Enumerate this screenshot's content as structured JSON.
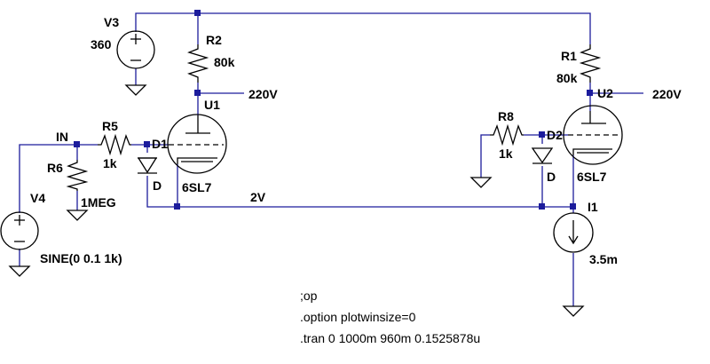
{
  "colors": {
    "wire": "#1c1c9c",
    "component": "#000000",
    "background": "#ffffff"
  },
  "components": {
    "v3": {
      "name": "V3",
      "value": "360"
    },
    "v4": {
      "name": "V4",
      "value": "SINE(0 0.1 1k)"
    },
    "r1": {
      "name": "R1",
      "value": "80k"
    },
    "r2": {
      "name": "R2",
      "value": "80k"
    },
    "r5": {
      "name": "R5",
      "value": "1k"
    },
    "r6": {
      "name": "R6",
      "value": "1MEG"
    },
    "r8": {
      "name": "R8",
      "value": "1k"
    },
    "d1": {
      "name": "D1",
      "value": "D"
    },
    "d2": {
      "name": "D2",
      "value": "D"
    },
    "u1": {
      "name": "U1",
      "value": "6SL7"
    },
    "u2": {
      "name": "U2",
      "value": "6SL7"
    },
    "i1": {
      "name": "I1",
      "value": "3.5m"
    }
  },
  "net_labels": {
    "in": "IN",
    "u1_plate": "220V",
    "u2_plate": "220V",
    "cathode": "2V"
  },
  "directives": [
    ";op",
    ".option plotwinsize=0",
    ".tran 0 1000m 960m 0.1525878u"
  ]
}
